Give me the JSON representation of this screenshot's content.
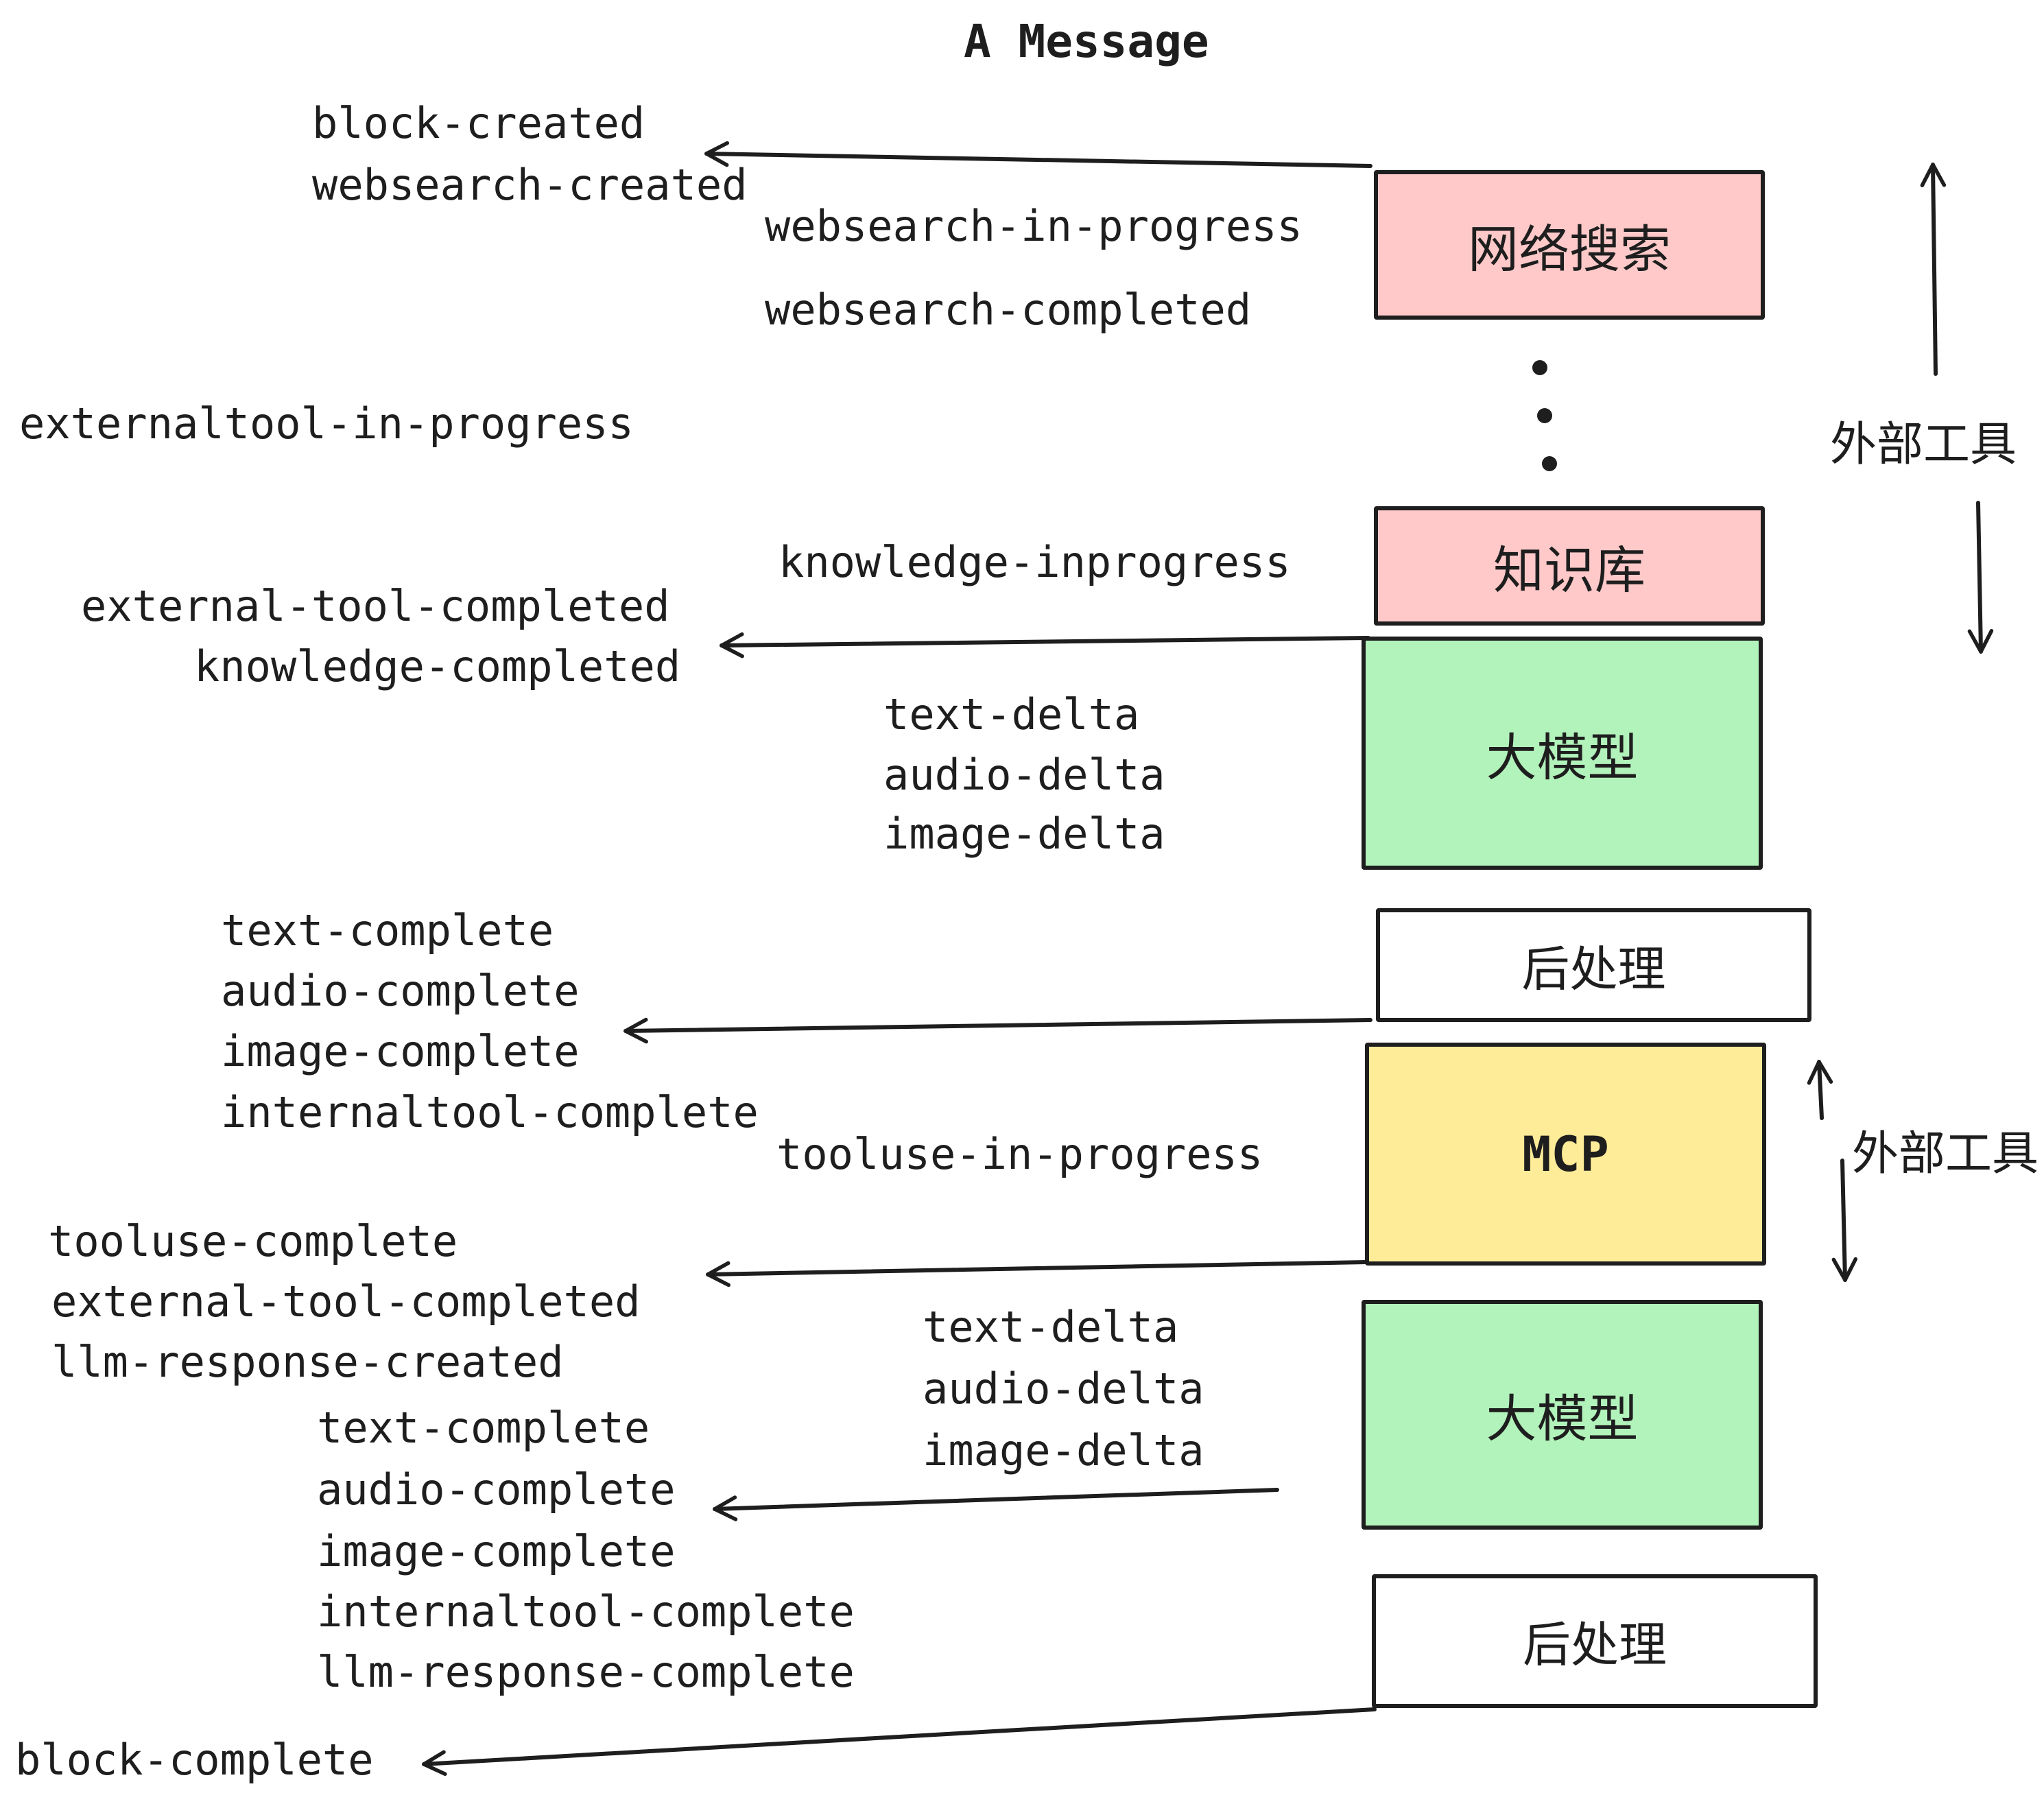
{
  "title": "A Message",
  "palette": {
    "pink": "#ffc9c9",
    "green": "#b2f2bb",
    "yellow": "#ffec99",
    "white": "#ffffff",
    "ink": "#1e1e1e"
  },
  "pipeline_boxes": [
    {
      "id": "websearch",
      "label": "网络搜索",
      "fill": "#ffc9c9"
    },
    {
      "id": "knowledge",
      "label": "知识库",
      "fill": "#ffc9c9"
    },
    {
      "id": "llm-1",
      "label": "大模型",
      "fill": "#b2f2bb"
    },
    {
      "id": "postprocess-1",
      "label": "后处理",
      "fill": "#ffffff"
    },
    {
      "id": "mcp",
      "label": "MCP",
      "fill": "#ffec99"
    },
    {
      "id": "llm-2",
      "label": "大模型",
      "fill": "#b2f2bb"
    },
    {
      "id": "postprocess-2",
      "label": "后处理",
      "fill": "#ffffff"
    }
  ],
  "side_annotations": [
    {
      "label": "外部工具"
    },
    {
      "label": "外部工具"
    }
  ],
  "events": [
    "block-created",
    "websearch-created",
    "websearch-in-progress",
    "websearch-completed",
    "externaltool-in-progress",
    "knowledge-inprogress",
    "external-tool-completed",
    "knowledge-completed",
    "text-delta",
    "audio-delta",
    "image-delta",
    "text-complete",
    "audio-complete",
    "image-complete",
    "internaltool-complete",
    "tooluse-in-progress",
    "tooluse-complete",
    "external-tool-completed",
    "llm-response-created",
    "text-complete",
    "audio-complete",
    "image-complete",
    "internaltool-complete",
    "llm-response-complete",
    "block-complete"
  ],
  "ellipsis": {
    "type": "vertical-ellipsis",
    "dot_count": 3
  },
  "connections": [
    {
      "from": "websearch",
      "to": "block-created / websearch-created"
    },
    {
      "from": "knowledge",
      "to": "knowledge-completed"
    },
    {
      "from": "postprocess-1",
      "to": "image-complete"
    },
    {
      "from": "mcp",
      "to": "tooluse-complete / external-tool-completed"
    },
    {
      "from": "llm-2",
      "to": "audio-complete"
    },
    {
      "from": "postprocess-2",
      "to": "block-complete"
    }
  ]
}
